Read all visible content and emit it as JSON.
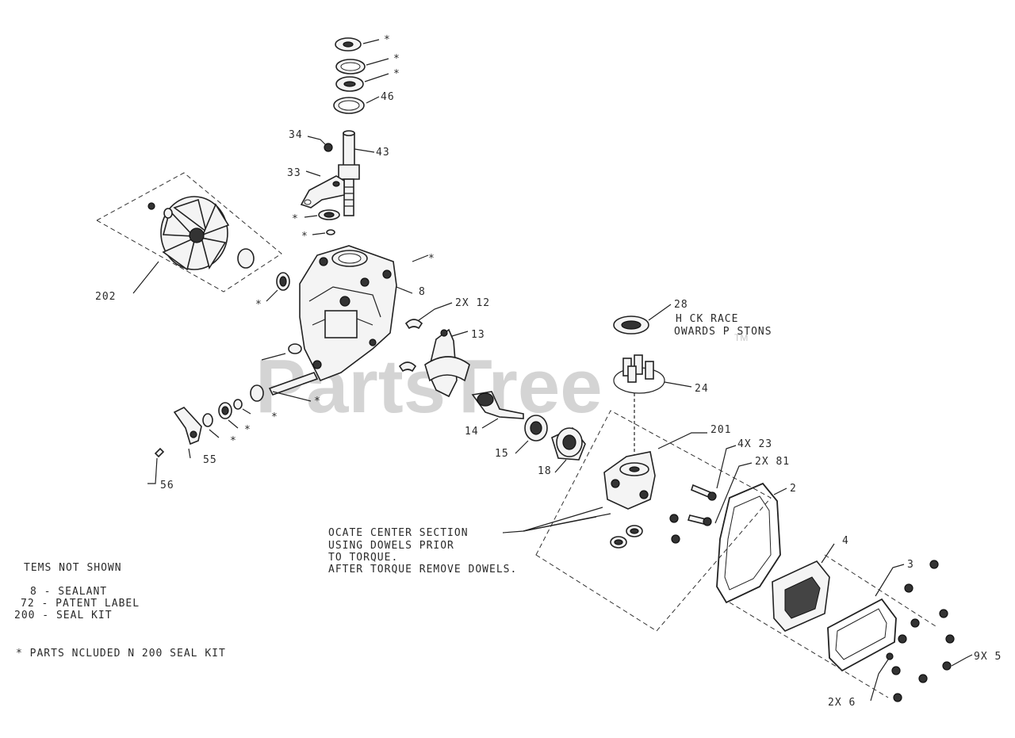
{
  "watermark": {
    "text": "PartsTree",
    "tm": "TM"
  },
  "callouts": [
    {
      "id": "c-star-1",
      "text": "*"
    },
    {
      "id": "c-star-2",
      "text": "*"
    },
    {
      "id": "c-star-3",
      "text": "*"
    },
    {
      "id": "c-46",
      "text": "46"
    },
    {
      "id": "c-34",
      "text": "34"
    },
    {
      "id": "c-43",
      "text": "43"
    },
    {
      "id": "c-33",
      "text": "33"
    },
    {
      "id": "c-star-4",
      "text": "*"
    },
    {
      "id": "c-star-5",
      "text": "*"
    },
    {
      "id": "c-star-6",
      "text": "*"
    },
    {
      "id": "c-202",
      "text": "202"
    },
    {
      "id": "c-star-7",
      "text": "*"
    },
    {
      "id": "c-8",
      "text": "8"
    },
    {
      "id": "c-2x12",
      "text": "2X 12"
    },
    {
      "id": "c-13",
      "text": "13"
    },
    {
      "id": "c-28",
      "text": "28"
    },
    {
      "id": "c-thick",
      "text": "H CK RACE"
    },
    {
      "id": "c-towards",
      "text": "OWARDS P STONS"
    },
    {
      "id": "c-24",
      "text": "24"
    },
    {
      "id": "c-star-8",
      "text": "*"
    },
    {
      "id": "c-star-9",
      "text": "*"
    },
    {
      "id": "c-star-10",
      "text": "*"
    },
    {
      "id": "c-star-11",
      "text": "*"
    },
    {
      "id": "c-14",
      "text": "14"
    },
    {
      "id": "c-15",
      "text": "15"
    },
    {
      "id": "c-18",
      "text": "18"
    },
    {
      "id": "c-55",
      "text": "55"
    },
    {
      "id": "c-56",
      "text": "56"
    },
    {
      "id": "c-201",
      "text": "201"
    },
    {
      "id": "c-4x23",
      "text": "4X 23"
    },
    {
      "id": "c-2x81",
      "text": "2X 81"
    },
    {
      "id": "c-2",
      "text": "2"
    },
    {
      "id": "c-4",
      "text": "4"
    },
    {
      "id": "c-3",
      "text": "3"
    },
    {
      "id": "c-9x5",
      "text": "9X 5"
    },
    {
      "id": "c-2x6",
      "text": "2X 6"
    }
  ],
  "locate_note": [
    "OCATE CENTER SECTION",
    "USING DOWELS PRIOR",
    "TO TORQUE.",
    "AFTER TORQUE REMOVE DOWELS."
  ],
  "items_not_shown": {
    "heading": "TEMS NOT SHOWN",
    "rows": [
      "8 - SEALANT",
      "72 - PATENT LABEL",
      "200 - SEAL KIT"
    ],
    "footnote": "* PARTS  NCLUDED  N 200 SEAL KIT"
  }
}
